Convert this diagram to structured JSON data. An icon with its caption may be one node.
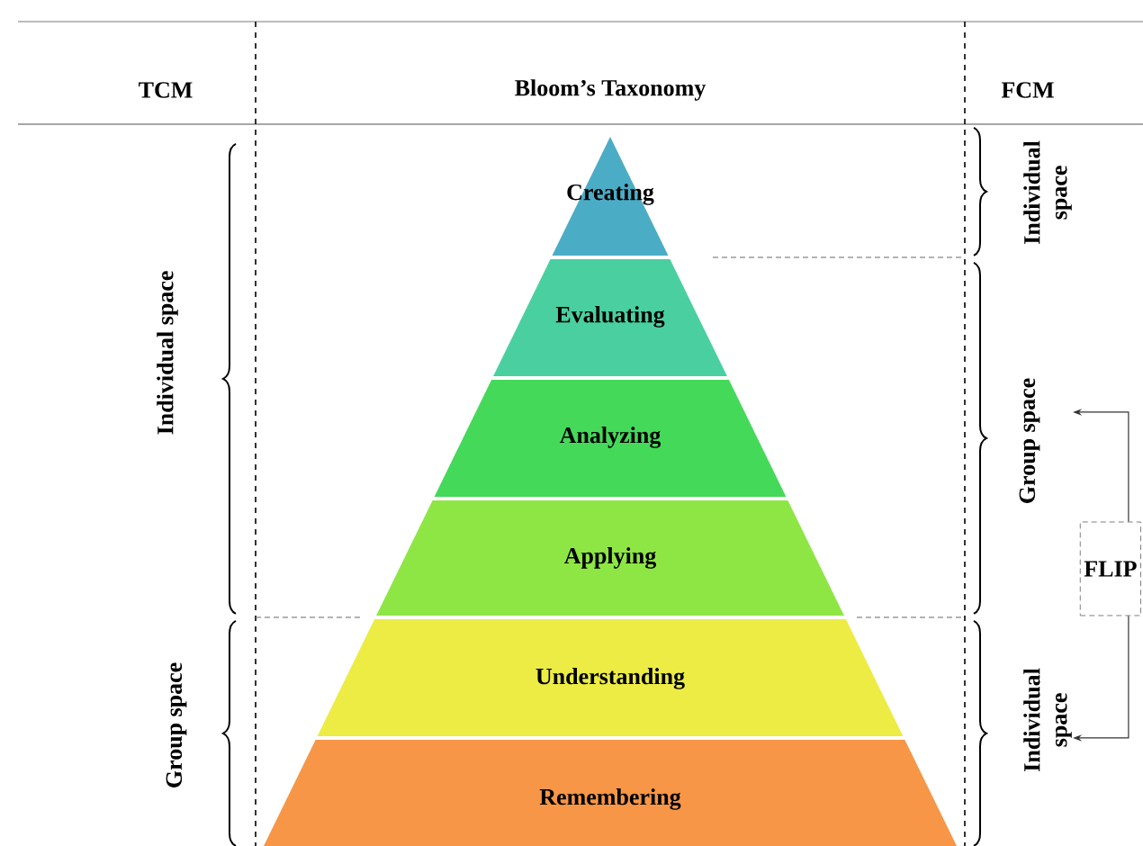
{
  "diagram": {
    "nodes": [
      {
        "text": [
          "Creating"
        ]
      },
      {
        "text": [
          "Evaluating"
        ]
      },
      {
        "text": [
          "Analyzing"
        ]
      },
      {
        "text": [
          "Applying"
        ]
      },
      {
        "text": [
          "Understanding"
        ]
      },
      {
        "text": [
          "Remembering"
        ]
      },
      {
        "text": [
          "Group space"
        ]
      },
      {
        "text": [
          "Individual space"
        ]
      },
      {
        "text": [
          "FLIP"
        ]
      }
    ],
    "edges": [
      {
        "from": 8,
        "to": 6,
        "arrow": "to"
      },
      {
        "from": 8,
        "to": 7,
        "arrow": "to"
      }
    ],
    "labels": [
      "TCM",
      "Bloom’s Taxonomy",
      "FCM",
      "Individual space",
      "Individual space",
      "Group space"
    ]
  }
}
